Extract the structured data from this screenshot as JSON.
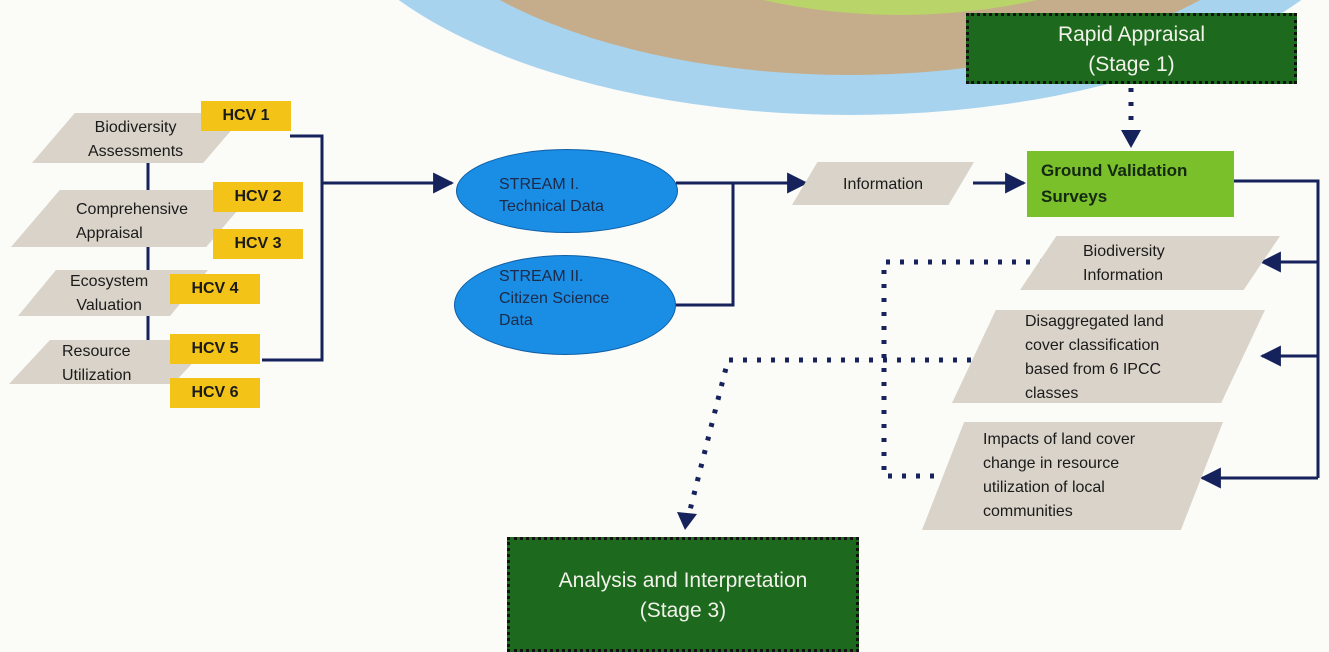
{
  "stage1": {
    "line1": "Rapid Appraisal",
    "line2": "(Stage 1)"
  },
  "stage3": {
    "line1": "Analysis and Interpretation",
    "line2": "(Stage 3)"
  },
  "assessments": [
    {
      "line1": "Biodiversity",
      "line2": "Assessments"
    },
    {
      "line1": "Comprehensive",
      "line2": "Appraisal"
    },
    {
      "line1": "Ecosystem",
      "line2": "Valuation"
    },
    {
      "line1": "Resource",
      "line2": "Utilization"
    }
  ],
  "hcv": [
    "HCV 1",
    "HCV 2",
    "HCV 3",
    "HCV 4",
    "HCV 5",
    "HCV 6"
  ],
  "streams": [
    {
      "line1": "STREAM I.",
      "line2": "Technical Data"
    },
    {
      "line1": "STREAM II.",
      "line2": "Citizen Science",
      "line3": "Data"
    }
  ],
  "information": "Information",
  "ground_validation": {
    "line1": "Ground Validation",
    "line2": "Surveys"
  },
  "outputs": [
    {
      "lines": [
        "Biodiversity",
        "Information"
      ]
    },
    {
      "lines": [
        "Disaggregated land",
        "cover classification",
        "based from 6 IPCC",
        "classes"
      ]
    },
    {
      "lines": [
        "Impacts of land cover",
        "change in resource",
        "utilization of local",
        "communities"
      ]
    }
  ],
  "colors": {
    "hcv_tag": "#f3c318",
    "stream_ellipse": "#1a8de4",
    "stage_box": "#1d6a1e",
    "validation_box": "#79c02a",
    "parallelogram": "#d9d3c9",
    "connector": "#15225c"
  }
}
